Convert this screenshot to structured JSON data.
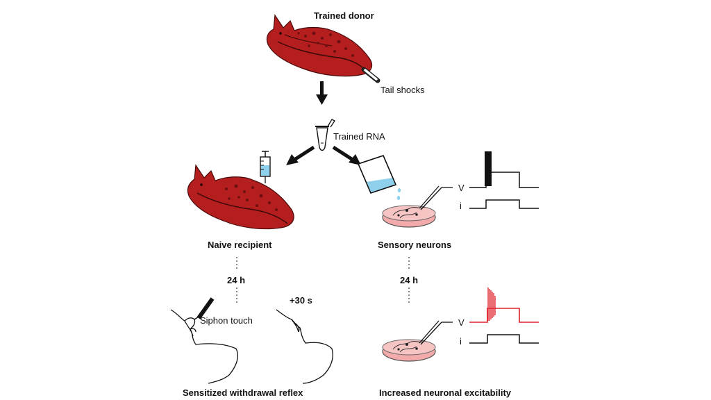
{
  "labels": {
    "trained_donor": "Trained donor",
    "tail_shocks": "Tail shocks",
    "trained_rna": "Trained RNA",
    "naive_recipient": "Naive recipient",
    "sensory_neurons": "Sensory neurons",
    "time_left": "24 h",
    "time_right": "24 h",
    "siphon_touch": "Siphon touch",
    "plus_30s": "+30 s",
    "sensitized_reflex": "Sensitized withdrawal reflex",
    "increased_excitability": "Increased neuronal excitability",
    "trace_top_v": "V",
    "trace_top_i": "i",
    "trace_bottom_v": "V",
    "trace_bottom_i": "i"
  },
  "colors": {
    "slug_red": "#b41e1e",
    "slug_spot": "#6e0f0f",
    "fluid_blue": "#8fd0ec",
    "dish_pink": "#f2aaaa",
    "trace_black": "#111111",
    "trace_red": "#e0202a"
  }
}
